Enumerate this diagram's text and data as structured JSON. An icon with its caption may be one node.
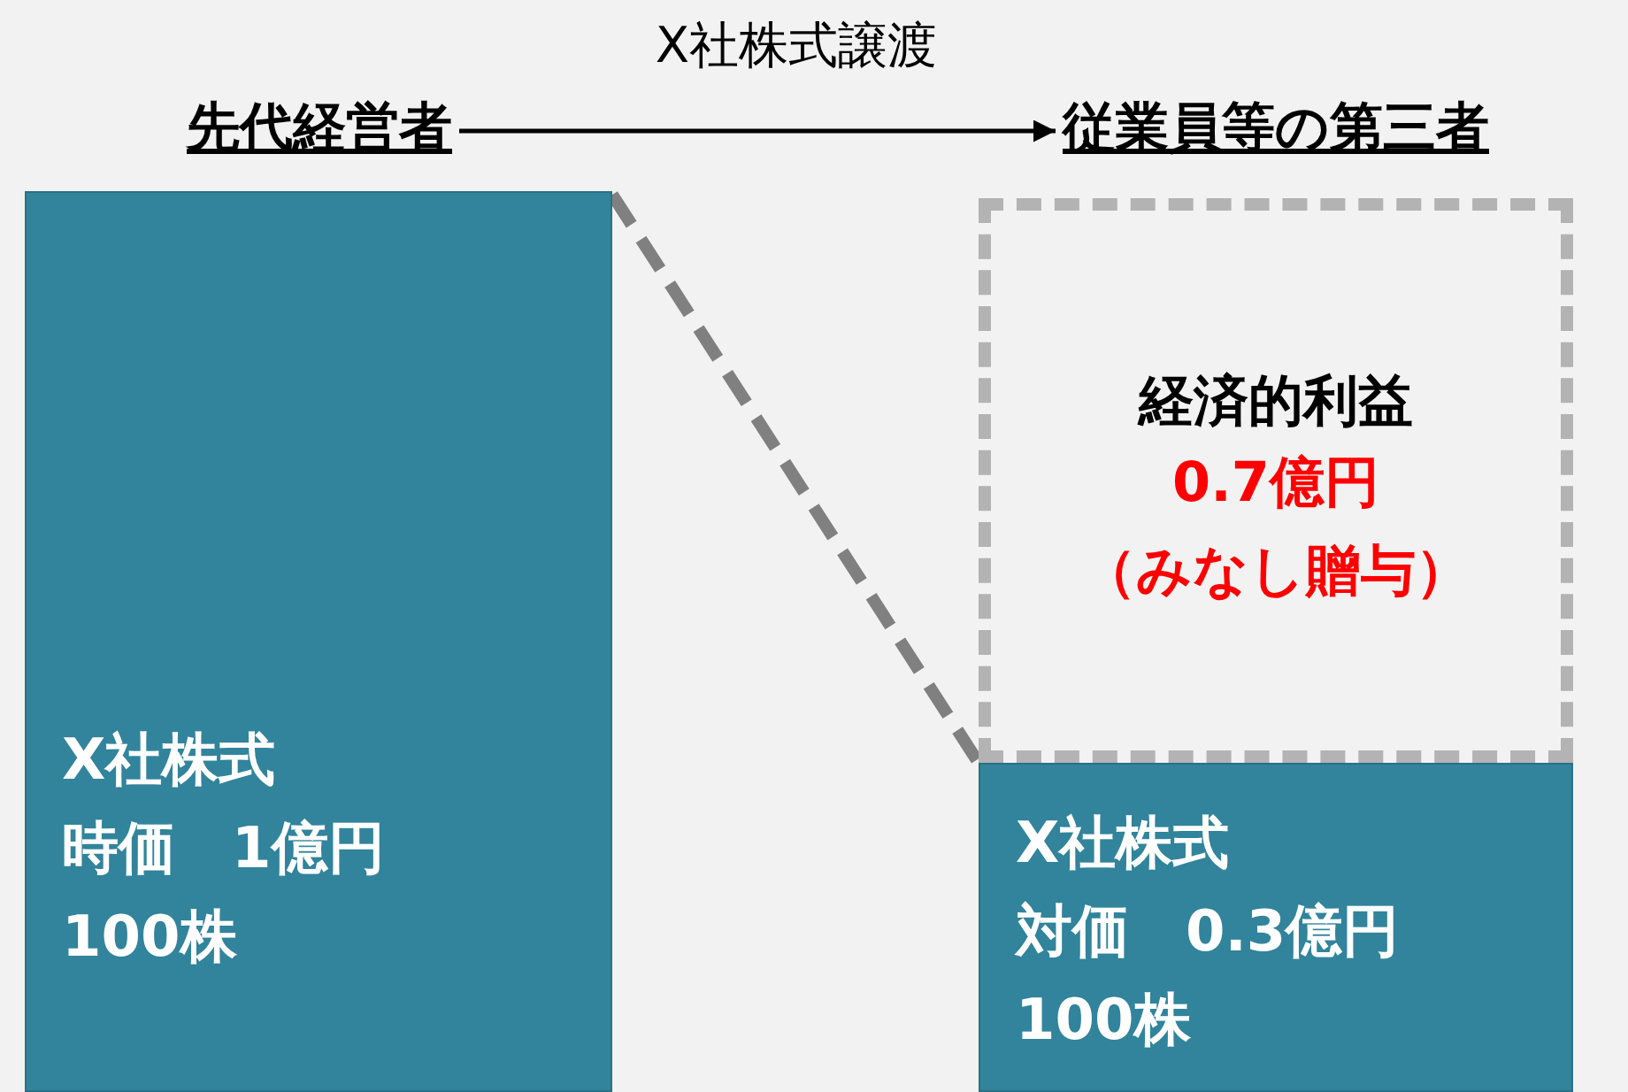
{
  "diagram": {
    "nodes": [
      {
        "text": [
          "先代経営者"
        ]
      },
      {
        "text": [
          "従業員等の第三者"
        ]
      },
      {
        "text": [
          "X社株式",
          "時価　1億円",
          "100株"
        ]
      },
      {
        "text": [
          "経済的利益",
          "0.7億円",
          "（みなし贈与）"
        ]
      },
      {
        "text": [
          "X社株式",
          "対価　0.3億円",
          "100株"
        ]
      }
    ],
    "edges": [
      {
        "from": 0,
        "to": 1,
        "arrow": "to",
        "label": "X社株式譲渡"
      },
      {
        "from": 2,
        "to": 3,
        "arrow": "none",
        "style": "dashed",
        "color": "#808080"
      }
    ]
  }
}
